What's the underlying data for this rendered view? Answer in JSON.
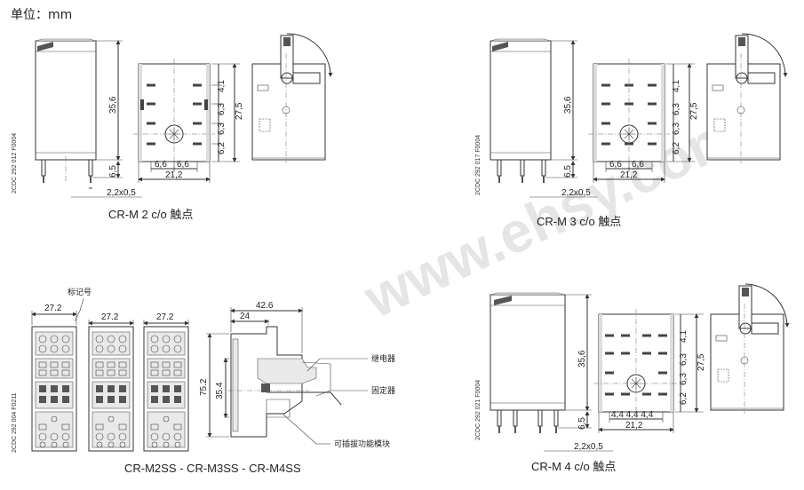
{
  "header": {
    "unit_label": "单位：mm"
  },
  "watermark": {
    "text": "www.ehsy.com"
  },
  "panels": {
    "relay_2co": {
      "drawing_code": "2CDC 292 012 F0004",
      "caption": "CR-M  2 c/o 触点",
      "dims": {
        "height": "35,6",
        "pin": "6,5",
        "pin_size": "2,2x0,5",
        "pitch_a": "6,6",
        "pitch_b": "6,6",
        "width": "21,2",
        "base_height": "27,5",
        "v1": "4,1",
        "v2": "6,3",
        "v3": "6,3",
        "v4": "6,2"
      }
    },
    "relay_3co": {
      "drawing_code": "2CDC 292 017 F0004",
      "caption": "CR-M  3 c/o 触点",
      "dims": {
        "height": "35,6",
        "pin": "6,5",
        "pin_size": "2,2x0,5",
        "pitch_a": "6,6",
        "pitch_b": "6,6",
        "width": "21,2",
        "base_height": "27,5",
        "v1": "4,1",
        "v2": "6,3",
        "v3": "6,3",
        "v4": "6,2"
      }
    },
    "relay_4co": {
      "drawing_code": "2CDC 292 021 F0004",
      "caption": "CR-M  4 c/o 触点",
      "dims": {
        "height": "35,6",
        "pin": "6,5",
        "pin_size": "2,2x0,5",
        "pitch": "4,4  4,4  4,4",
        "width": "21,2",
        "base_height": "27,5",
        "v1": "4,1",
        "v2": "6,3",
        "v3": "6,3",
        "v4": "6,2"
      }
    },
    "sockets": {
      "drawing_code": "2CDC 292 004 F0211",
      "caption": "CR-M2SS - CR-M3SS - CR-M4SS",
      "marker_label": "标记号",
      "dims": {
        "w1": "27.2",
        "w2": "27.2",
        "w3": "27.2",
        "depth": "42.6",
        "inner": "24",
        "height": "75.2",
        "mid": "35.4"
      },
      "callouts": {
        "relay": "继电器",
        "holder": "固定器",
        "module": "可插拔功能模块"
      }
    }
  }
}
